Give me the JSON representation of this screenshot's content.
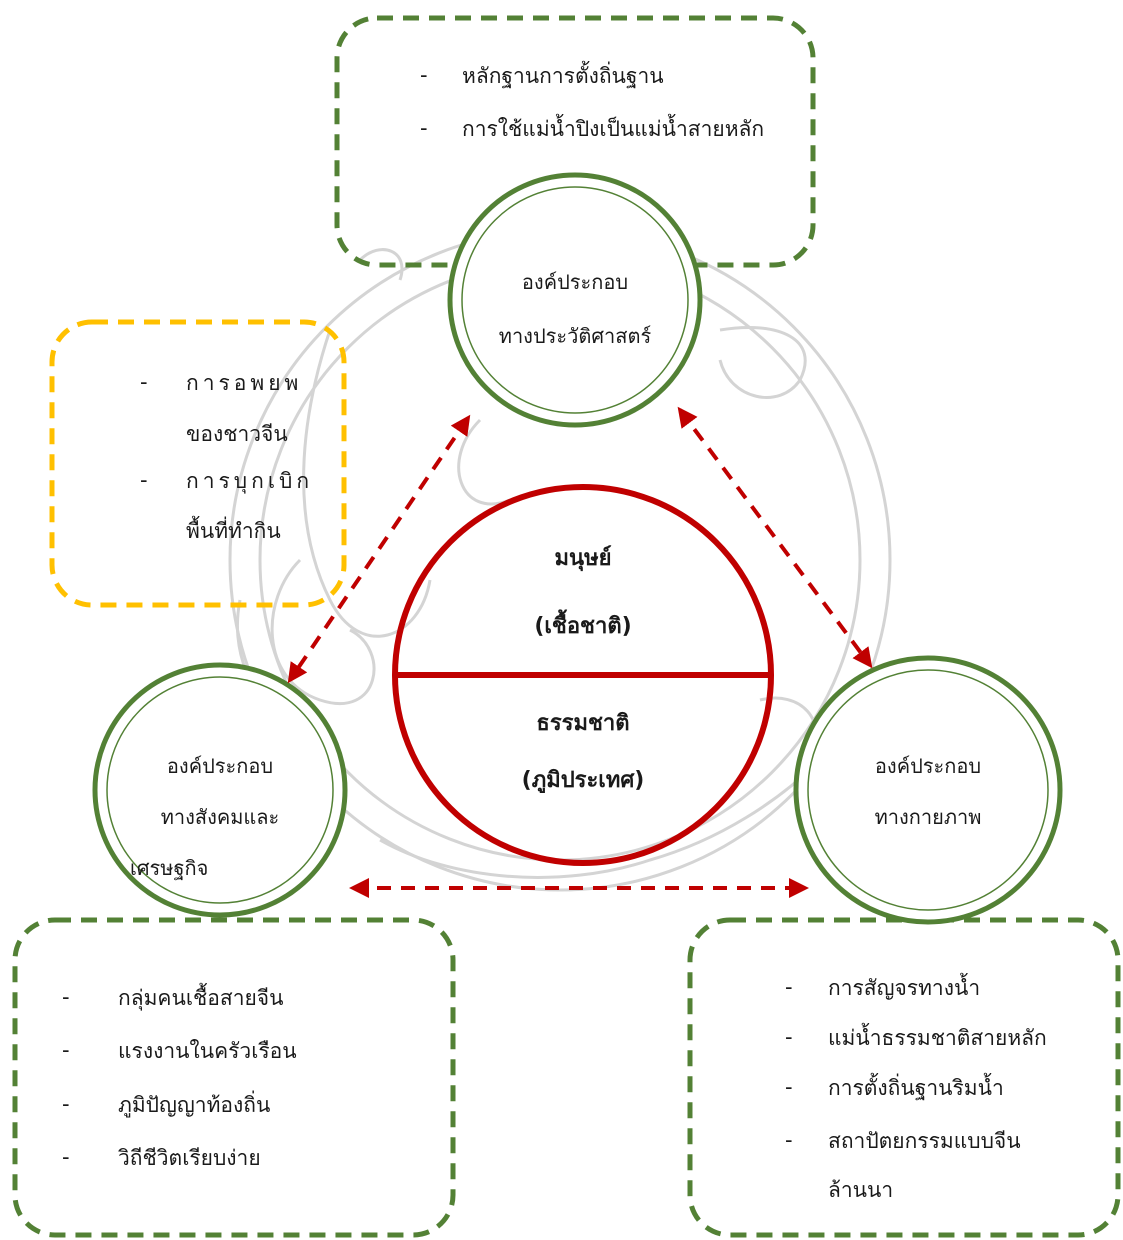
{
  "center": {
    "top_line1": "มนุษย์",
    "top_line2": "(เชื้อชาติ)",
    "bottom_line1": "ธรรมชาติ",
    "bottom_line2": "(ภูมิประเทศ)"
  },
  "history": {
    "label_line1": "องค์ประกอบ",
    "label_line2": "ทางประวัติศาสตร์",
    "box_items": [
      "หลักฐานการตั้งถิ่นฐาน",
      "การใช้แม่น้ำปิงเป็นแม่น้ำสายหลัก"
    ]
  },
  "migration_box": {
    "item1_line1": "การอพยพ",
    "item1_line2": "ของชาวจีน",
    "item2_line1": "การบุกเบิก",
    "item2_line2": "พื้นที่ทำกิน"
  },
  "social": {
    "label_line1": "องค์ประกอบ",
    "label_line2": "ทางสังคมและ",
    "label_line3": "เศรษฐกิจ",
    "box_items": [
      "กลุ่มคนเชื้อสายจีน",
      "แรงงานในครัวเรือน",
      "ภูมิปัญญาท้องถิ่น",
      "วิถีชีวิตเรียบง่าย"
    ]
  },
  "physical": {
    "label_line1": "องค์ประกอบ",
    "label_line2": "ทางกายภาพ",
    "box_items": [
      "การสัญจรทางน้ำ",
      "แม่น้ำธรรมชาติสายหลัก",
      "การตั้งถิ่นฐานริมน้ำ",
      "สถาปัตยกรรมแบบจีน"
    ],
    "box_item_continuation": "ล้านนา"
  },
  "bullet": "-",
  "colors": {
    "green": "#538135",
    "red": "#c00000",
    "yellow": "#ffc000",
    "watermark": "#d4d4d4"
  }
}
